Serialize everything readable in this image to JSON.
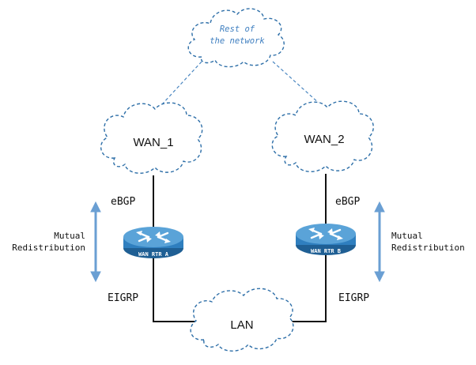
{
  "clouds": {
    "rest_line1": "Rest of",
    "rest_line2": "the network",
    "wan1": "WAN_1",
    "wan2": "WAN_2",
    "lan": "LAN"
  },
  "routers": {
    "a": "WAN RTR A",
    "b": "WAN RTR B"
  },
  "protocols": {
    "left_top": "eBGP",
    "left_bottom": "EIGRP",
    "right_top": "eBGP",
    "right_bottom": "EIGRP"
  },
  "redistribution": {
    "left_line1": "Mutual",
    "left_line2": "Redistribution",
    "right_line1": "Mutual",
    "right_line2": "Redistribution"
  },
  "colors": {
    "cloud_stroke": "#2e6fa8",
    "router_body": "#2f7fbf",
    "arrow": "#6a9fd3"
  },
  "icons": [
    "cloud-icon",
    "router-icon",
    "double-arrow-icon"
  ]
}
